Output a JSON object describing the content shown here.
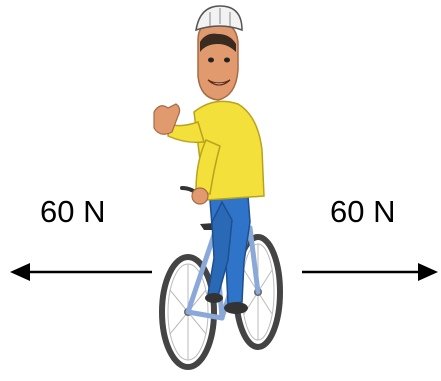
{
  "forces": {
    "left": {
      "label": "60 N",
      "direction": "left"
    },
    "right": {
      "label": "60 N",
      "direction": "right"
    }
  },
  "figure": {
    "subject": "cyclist-on-bicycle",
    "icon": "cyclist-icon"
  },
  "colors": {
    "background": "#ffffff",
    "arrow": "#000000",
    "shirt": "#f4e03a",
    "pants": "#2f74c8",
    "skin": "#e09a6e",
    "helmet": "#f2f2f2",
    "bike_frame": "#8aa9d8",
    "wheel": "#444444"
  }
}
